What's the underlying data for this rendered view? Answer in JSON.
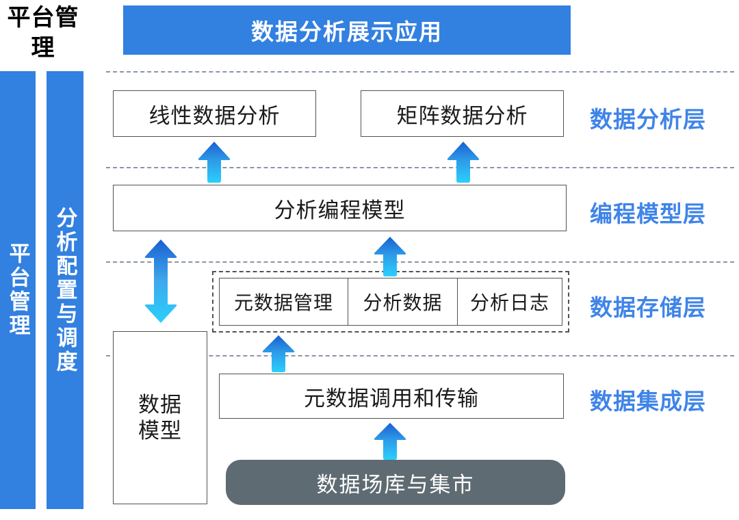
{
  "diagram": {
    "title_block": {
      "label": "平台管理"
    },
    "banner": {
      "label": "数据分析展示应用",
      "color": "#3280e0"
    },
    "side_bars": [
      {
        "name": "platform-management",
        "label": "平台管理",
        "color": "#3280e0"
      },
      {
        "name": "analysis-config-scheduling",
        "label": "分析配置与调度",
        "color": "#3280e0"
      }
    ],
    "layers": [
      {
        "id": "analysis",
        "label": "数据分析层"
      },
      {
        "id": "programming",
        "label": "编程模型层"
      },
      {
        "id": "storage",
        "label": "数据存储层"
      },
      {
        "id": "integration",
        "label": "数据集成层"
      }
    ],
    "analysis_layer": {
      "boxes": [
        {
          "name": "linear-data-analysis",
          "label": "线性数据分析"
        },
        {
          "name": "matrix-data-analysis",
          "label": "矩阵数据分析"
        }
      ]
    },
    "programming_layer": {
      "box": {
        "name": "analysis-programming-model",
        "label": "分析编程模型"
      }
    },
    "storage_layer": {
      "cells": [
        {
          "name": "metadata-management",
          "label": "元数据管理"
        },
        {
          "name": "analysis-data",
          "label": "分析数据"
        },
        {
          "name": "analysis-log",
          "label": "分析日志"
        }
      ]
    },
    "integration_layer": {
      "transfer_box": {
        "name": "metadata-call-transfer",
        "label": "元数据调用和传输"
      },
      "source_box": {
        "name": "data-warehouse-mart",
        "label": "数据场库与集市",
        "color": "#5f6b72"
      }
    },
    "data_model_box": {
      "name": "data-model",
      "line1": "数据",
      "line2": "模型"
    },
    "arrows": {
      "gradient_top": "#1a5fd0",
      "gradient_bottom": "#2ad0fb",
      "items": [
        {
          "name": "arrow-up-to-linear-analysis",
          "direction": "up"
        },
        {
          "name": "arrow-up-to-matrix-analysis",
          "direction": "up"
        },
        {
          "name": "arrow-up-to-programming-model",
          "direction": "up"
        },
        {
          "name": "arrow-up-to-storage",
          "direction": "up"
        },
        {
          "name": "arrow-up-to-transfer",
          "direction": "up"
        },
        {
          "name": "arrow-bidirectional-data-model",
          "direction": "both"
        }
      ]
    },
    "separator_color": "#8a95a5"
  }
}
